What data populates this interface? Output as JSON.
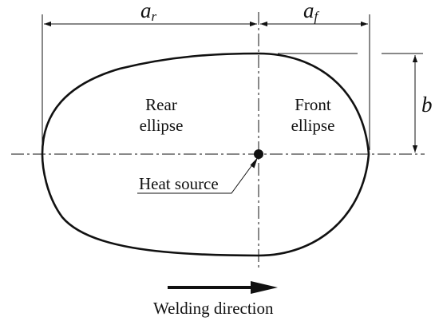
{
  "labels": {
    "a_rear": "a",
    "a_rear_sub": "r",
    "a_front": "a",
    "a_front_sub": "f",
    "b": "b",
    "rear_line1": "Rear",
    "rear_line2": "ellipse",
    "front_line1": "Front",
    "front_line2": "ellipse",
    "heat_source": "Heat source",
    "welding_direction": "Welding direction"
  },
  "colors": {
    "ink": "#111111",
    "background": "#ffffff"
  }
}
